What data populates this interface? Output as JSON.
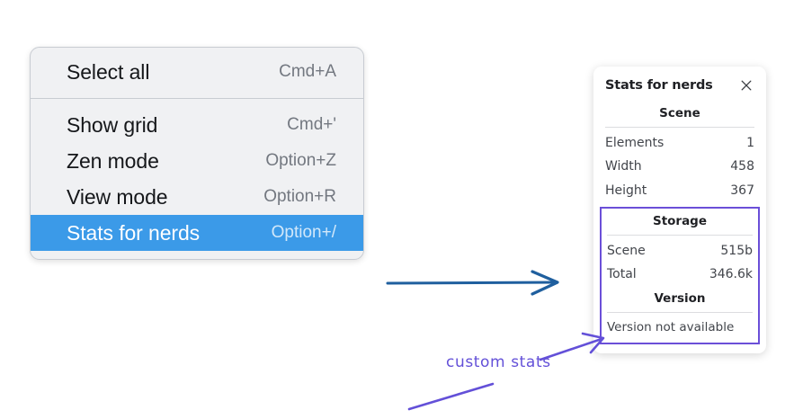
{
  "context_menu": {
    "name": "canvas-context-menu",
    "groups": [
      {
        "items": [
          {
            "label": "Select all",
            "shortcut": "Cmd+A",
            "selected": false
          }
        ]
      },
      {
        "items": [
          {
            "label": "Show grid",
            "shortcut": "Cmd+'",
            "selected": false
          },
          {
            "label": "Zen mode",
            "shortcut": "Option+Z",
            "selected": false
          },
          {
            "label": "View mode",
            "shortcut": "Option+R",
            "selected": false
          },
          {
            "label": "Stats for nerds",
            "shortcut": "Option+/",
            "selected": true
          }
        ]
      }
    ],
    "highlight_color": "#3b9ae8"
  },
  "stats_panel": {
    "title": "Stats for nerds",
    "close_icon": "close-icon",
    "sections": [
      {
        "title": "Scene",
        "rows": [
          {
            "key": "Elements",
            "value": "1"
          },
          {
            "key": "Width",
            "value": "458"
          },
          {
            "key": "Height",
            "value": "367"
          }
        ]
      },
      {
        "title": "Storage",
        "rows": [
          {
            "key": "Scene",
            "value": "515b"
          },
          {
            "key": "Total",
            "value": "346.6k"
          }
        ]
      },
      {
        "title": "Version",
        "plain": "Version not available"
      }
    ],
    "highlight_border_color": "#6b4fd8"
  },
  "annotations": {
    "label": "custom stats",
    "label_color": "#6350d8",
    "arrow_color": "#1f5f9e"
  }
}
